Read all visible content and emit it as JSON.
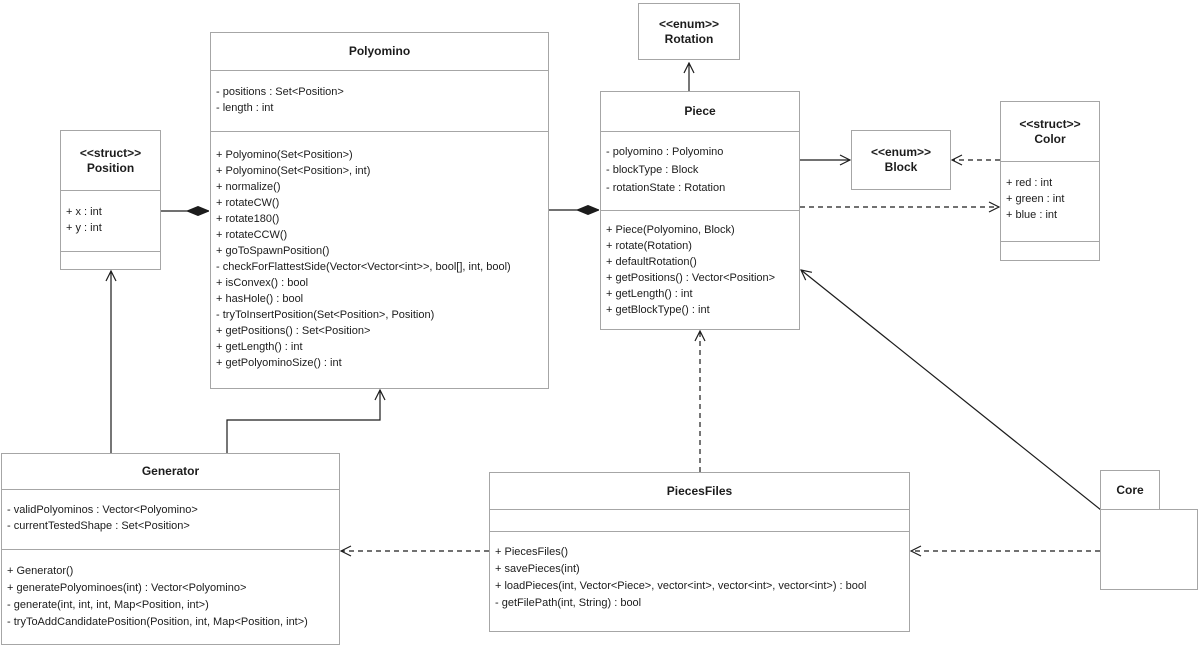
{
  "diagram": {
    "classes": [
      {
        "id": "polyomino",
        "stereotype": "",
        "name": "Polyomino",
        "attributes": [
          "- positions : Set<Position>",
          "- length : int"
        ],
        "methods": [
          "+ Polyomino(Set<Position>)",
          "+ Polyomino(Set<Position>, int)",
          "+ normalize()",
          "+ rotateCW()",
          "+ rotate180()",
          "+ rotateCCW()",
          "+ goToSpawnPosition()",
          "- checkForFlattestSide(Vector<Vector<int>>, bool[], int, bool)",
          "+ isConvex() : bool",
          "+ hasHole() : bool",
          "- tryToInsertPosition(Set<Position>, Position)",
          "+ getPositions() : Set<Position>",
          "+ getLength() : int",
          "+ getPolyominoSize() : int"
        ]
      },
      {
        "id": "position",
        "stereotype": "<<struct>>",
        "name": "Position",
        "attributes": [
          "+ x : int",
          "+ y : int"
        ],
        "methods": []
      },
      {
        "id": "rotation",
        "stereotype": "<<enum>>",
        "name": "Rotation",
        "attributes": [],
        "methods": []
      },
      {
        "id": "piece",
        "stereotype": "",
        "name": "Piece",
        "attributes": [
          "- polyomino : Polyomino",
          "- blockType : Block",
          "- rotationState : Rotation"
        ],
        "methods": [
          "+ Piece(Polyomino, Block)",
          "+ rotate(Rotation)",
          "+ defaultRotation()",
          "+ getPositions() : Vector<Position>",
          "+ getLength() : int",
          "+ getBlockType() : int"
        ]
      },
      {
        "id": "block",
        "stereotype": "<<enum>>",
        "name": "Block",
        "attributes": [],
        "methods": []
      },
      {
        "id": "color",
        "stereotype": "<<struct>>",
        "name": "Color",
        "attributes": [
          "+ red : int",
          "+ green : int",
          "+ blue : int"
        ],
        "methods": []
      },
      {
        "id": "generator",
        "stereotype": "",
        "name": "Generator",
        "attributes": [
          "- validPolyominos : Vector<Polyomino>",
          "- currentTestedShape : Set<Position>"
        ],
        "methods": [
          "+ Generator()",
          "+ generatePolyominoes(int) : Vector<Polyomino>",
          "- generate(int, int, int, Map<Position, int>)",
          "- tryToAddCandidatePosition(Position, int, Map<Position, int>)"
        ]
      },
      {
        "id": "piecesfiles",
        "stereotype": "",
        "name": "PiecesFiles",
        "attributes": [],
        "methods": [
          "+ PiecesFiles()",
          "+ savePieces(int)",
          "+ loadPieces(int, Vector<Piece>, vector<int>, vector<int>, vector<int>) : bool",
          "- getFilePath(int, String) : bool"
        ]
      }
    ],
    "package": {
      "name": "Core"
    },
    "relationships": [
      {
        "source": "Piece",
        "target": "Rotation",
        "type": "association-arrow",
        "style": "solid"
      },
      {
        "source": "Position",
        "target": "Polyomino",
        "type": "composition",
        "diamond_at": "Polyomino",
        "style": "solid"
      },
      {
        "source": "Polyomino",
        "target": "Piece",
        "type": "composition",
        "diamond_at": "Piece",
        "style": "solid"
      },
      {
        "source": "Piece",
        "target": "Block",
        "type": "association-arrow",
        "style": "solid"
      },
      {
        "source": "Color",
        "target": "Block",
        "type": "dependency-arrow",
        "style": "dashed"
      },
      {
        "source": "Piece",
        "target": "Color",
        "type": "dependency-arrow",
        "style": "dashed"
      },
      {
        "source": "Generator",
        "target": "Position",
        "type": "association-arrow",
        "style": "solid"
      },
      {
        "source": "Generator",
        "target": "Polyomino",
        "type": "association-arrow",
        "style": "solid"
      },
      {
        "source": "PiecesFiles",
        "target": "Generator",
        "type": "dependency-arrow",
        "style": "dashed"
      },
      {
        "source": "PiecesFiles",
        "target": "Piece",
        "type": "dependency-arrow",
        "style": "dashed"
      },
      {
        "source": "Core",
        "target": "PiecesFiles",
        "type": "dependency-arrow",
        "style": "dashed"
      },
      {
        "source": "Core",
        "target": "Piece",
        "type": "association-arrow",
        "style": "solid"
      }
    ],
    "colors": {
      "box_border": "#a6a6a6",
      "line": "#1c1c1c",
      "background": "#ffffff",
      "text": "#1c1c1c"
    }
  }
}
